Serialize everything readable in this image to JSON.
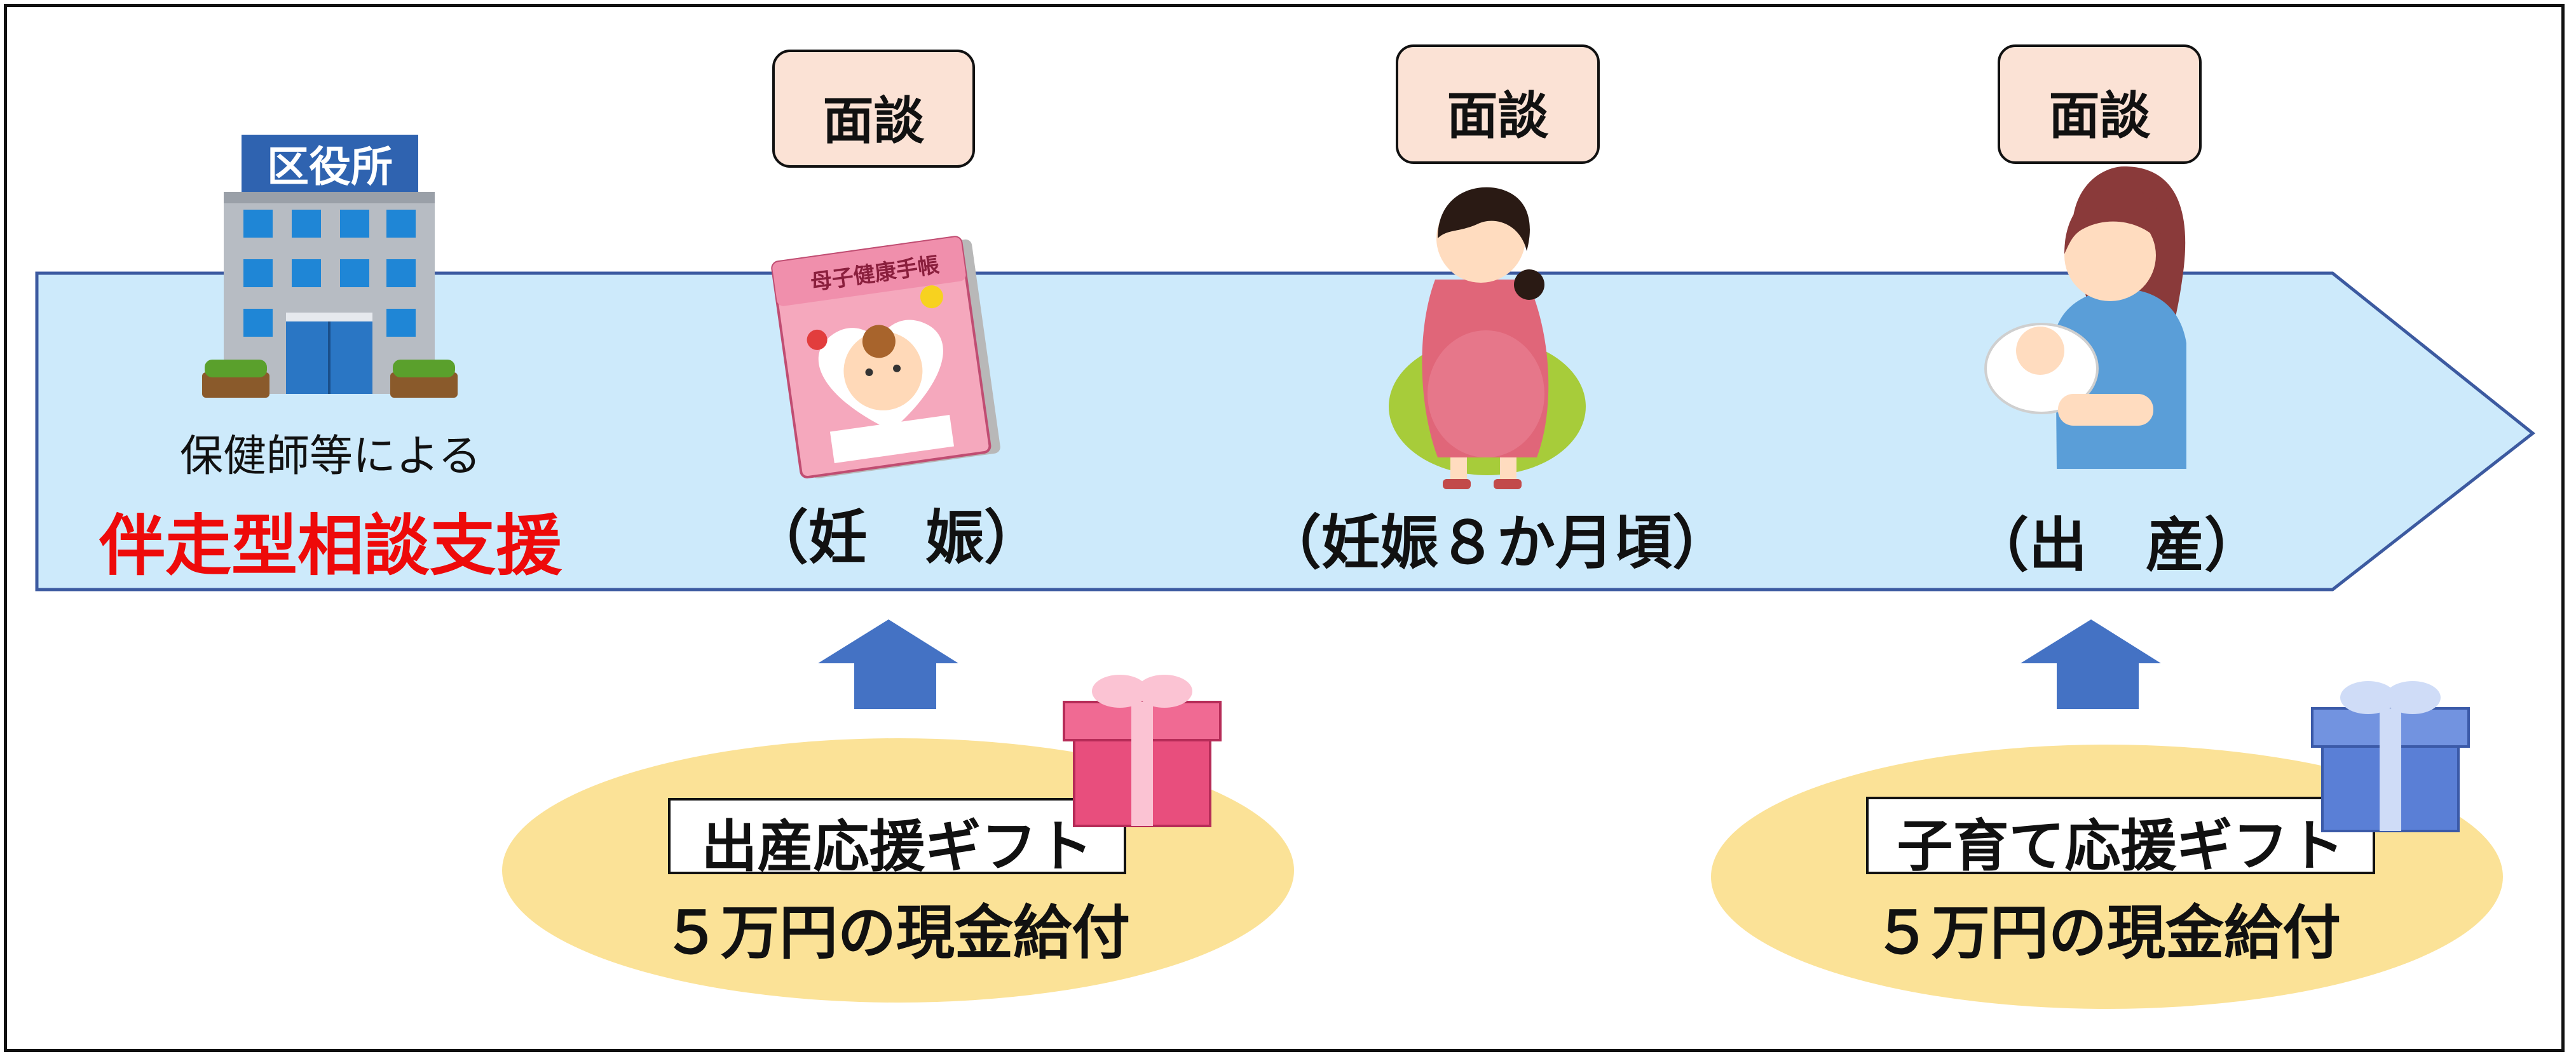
{
  "office_sign": "区役所",
  "support": {
    "line1": "保健師等による",
    "line2": "伴走型相談支援"
  },
  "booklet_title": "母子健康手帳",
  "stages": [
    {
      "interview": "面談",
      "label": "（妊　娠）"
    },
    {
      "interview": "面談",
      "label": "（妊娠８か月頃）"
    },
    {
      "interview": "面談",
      "label": "（出　産）"
    }
  ],
  "gifts": [
    {
      "title": "出産応援ギフト",
      "amount": "５万円の現金給付",
      "box_color": "pink"
    },
    {
      "title": "子育て応援ギフト",
      "amount": "５万円の現金給付",
      "box_color": "blue"
    }
  ],
  "colors": {
    "timeline_fill": "#cdeafb",
    "timeline_stroke": "#3c5aa0",
    "interview_fill": "#fbe2d5",
    "gift_ellipse": "#fbe297",
    "up_arrow": "#4472c4",
    "support_red": "#ee0a0a"
  }
}
